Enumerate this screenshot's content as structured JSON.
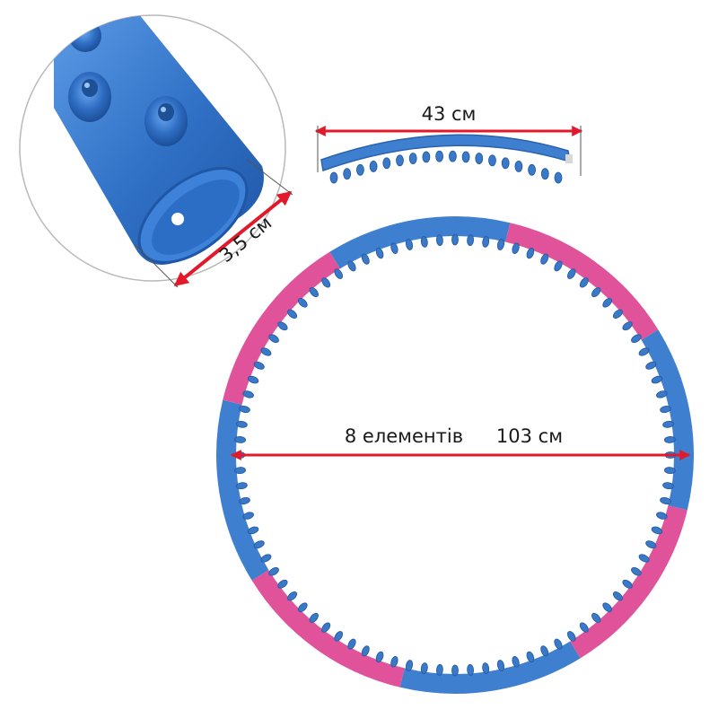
{
  "labels": {
    "segment_length": "43 см",
    "tube_diameter": "3,5 см",
    "elements_count": "8 елементів",
    "hoop_diameter": "103 см"
  },
  "colors": {
    "hoop_blue": "#3f7fcf",
    "hoop_pink": "#e0529a",
    "dimension_arrow": "#e3192b",
    "zoom_circle_border": "#b9b9b9"
  },
  "product": {
    "segments": 8
  }
}
